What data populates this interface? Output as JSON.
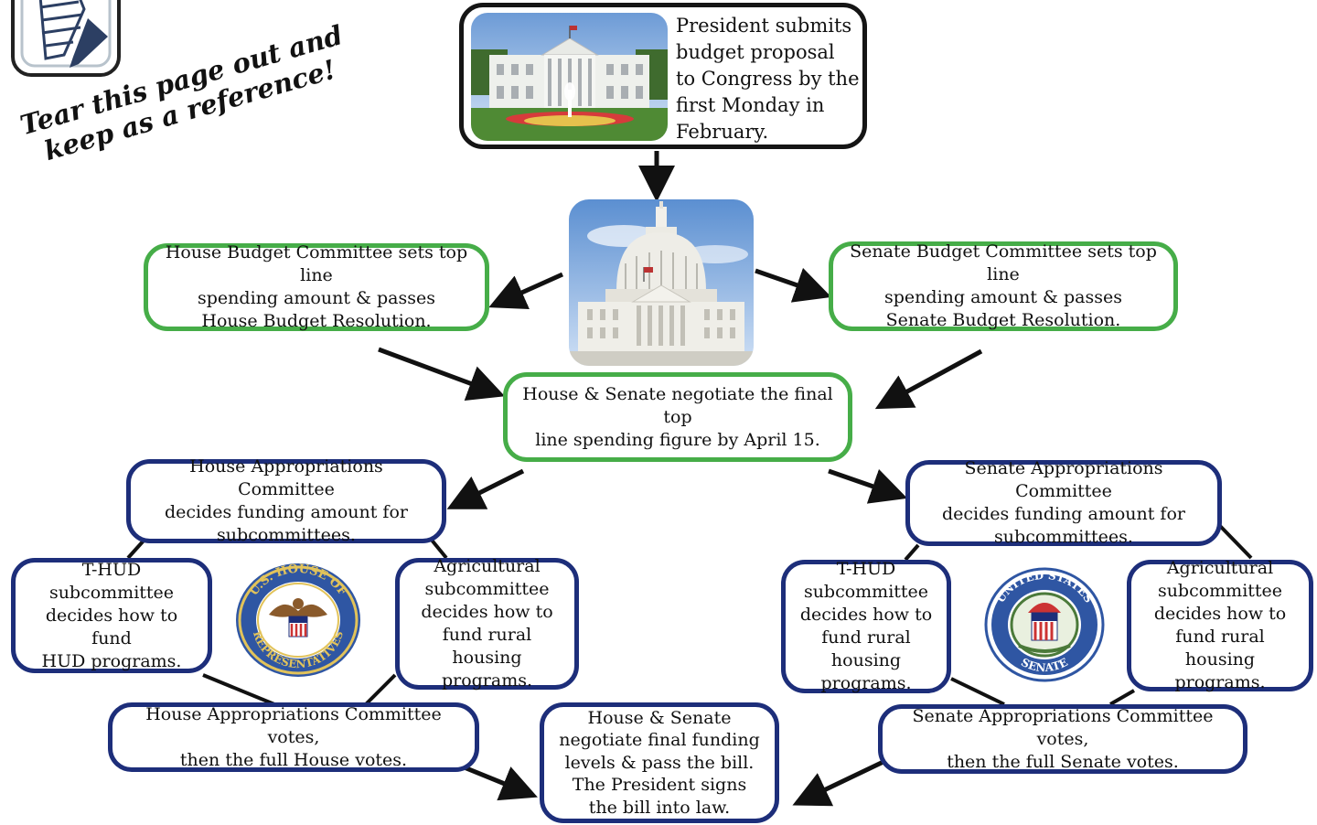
{
  "note": {
    "tear_text": "Tear this page out and\nkeep as a reference!"
  },
  "president": {
    "text": "President submits\nbudget proposal\nto Congress by the\nfirst Monday in\nFebruary."
  },
  "budget": {
    "house": "House Budget Committee sets top line\nspending amount & passes\nHouse Budget Resolution.",
    "senate": "Senate Budget Committee sets top line\nspending amount & passes\nSenate Budget Resolution.",
    "negotiate": "House & Senate negotiate the final top\nline spending figure by April 15."
  },
  "house": {
    "appropriations": "House Appropriations Committee\ndecides funding amount for\nsubcommittees.",
    "thud": "T-HUD\nsubcommittee\ndecides how to fund\nHUD programs.",
    "ag": "Agricultural\nsubcommittee\ndecides how to\nfund rural housing\nprograms.",
    "votes": "House Appropriations Committee votes,\nthen the full House votes.",
    "seal_top": "U.S. HOUSE OF",
    "seal_bottom": "REPRESENTATIVES"
  },
  "senate": {
    "appropriations": "Senate Appropriations Committee\ndecides funding amount for\nsubcommittees.",
    "thud": "T-HUD\nsubcommittee\ndecides how to\nfund rural housing\nprograms.",
    "ag": "Agricultural\nsubcommittee\ndecides how to\nfund rural housing\nprograms.",
    "votes": "Senate Appropriations Committee votes,\nthen the full Senate votes.",
    "seal_top": "UNITED STATES",
    "seal_bottom": "SENATE"
  },
  "final": {
    "text": "House & Senate\nnegotiate final funding\nlevels & pass the bill.\nThe President signs\nthe bill into law."
  },
  "colors": {
    "black_border": "#151515",
    "green_border": "#46ad48",
    "blue_border": "#1d2e7a",
    "arrow": "#111111"
  },
  "icons": [
    "notepad-icon",
    "white-house-photo",
    "capitol-photo",
    "house-seal-icon",
    "senate-seal-icon"
  ]
}
